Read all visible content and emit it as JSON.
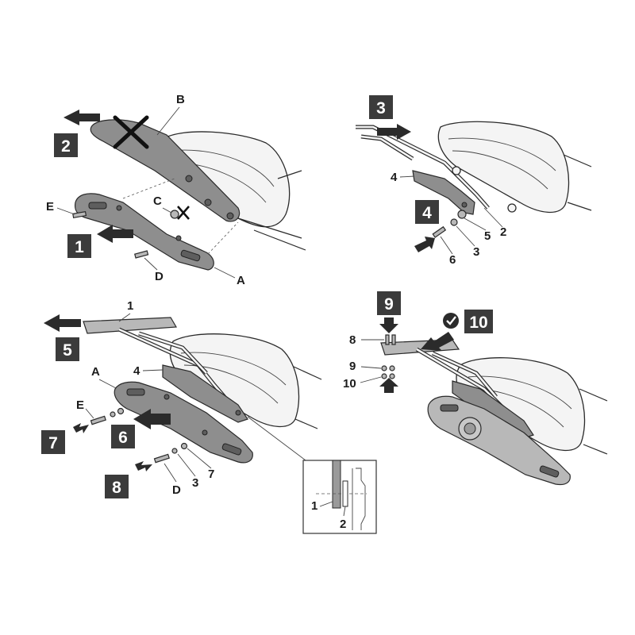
{
  "panel1": {
    "steps": [
      "1",
      "2"
    ],
    "labels": {
      "A": "A",
      "B": "B",
      "C": "C",
      "D": "D",
      "E": "E"
    }
  },
  "panel2": {
    "steps": [
      "3",
      "4"
    ],
    "labels": {
      "n2": "2",
      "n3": "3",
      "n4": "4",
      "n5": "5",
      "n6": "6"
    }
  },
  "panel3": {
    "steps": [
      "5",
      "6",
      "7",
      "8"
    ],
    "labels": {
      "n1": "1",
      "A": "A",
      "n4": "4",
      "E": "E",
      "D": "D",
      "n3": "3",
      "n7": "7"
    },
    "detail": {
      "n1": "1",
      "n2": "2"
    }
  },
  "panel4": {
    "steps": [
      "9",
      "10"
    ],
    "labels": {
      "n8": "8",
      "n9": "9",
      "n10": "10"
    }
  },
  "icons": [
    "push-arrow-icon",
    "prohibited-cross-icon",
    "check-icon"
  ],
  "colors": {
    "step_box": "#3b3b3b",
    "part": "#8e8e8e",
    "seat": "#f4f4f4"
  }
}
